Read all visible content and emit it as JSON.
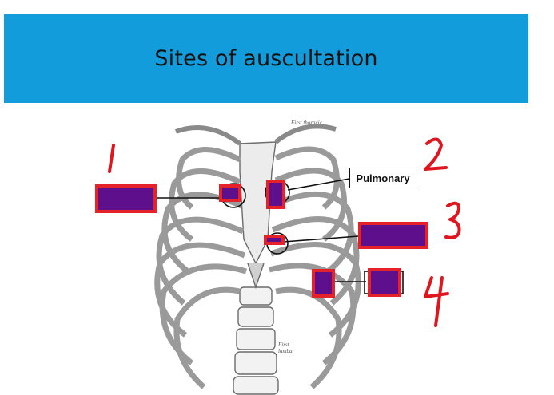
{
  "header": {
    "title": "Sites of auscultation"
  },
  "figure": {
    "top_label": "First thoracic",
    "bottom_label": "First lumbar",
    "pulmonary_label": "Pulmonary",
    "hand_numbers": [
      "1",
      "2",
      "3",
      "4"
    ]
  },
  "colors": {
    "banner": "#129cdb",
    "box_fill": "#5e0f8b",
    "box_border": "#e5222a",
    "ink": "#e0161f"
  }
}
